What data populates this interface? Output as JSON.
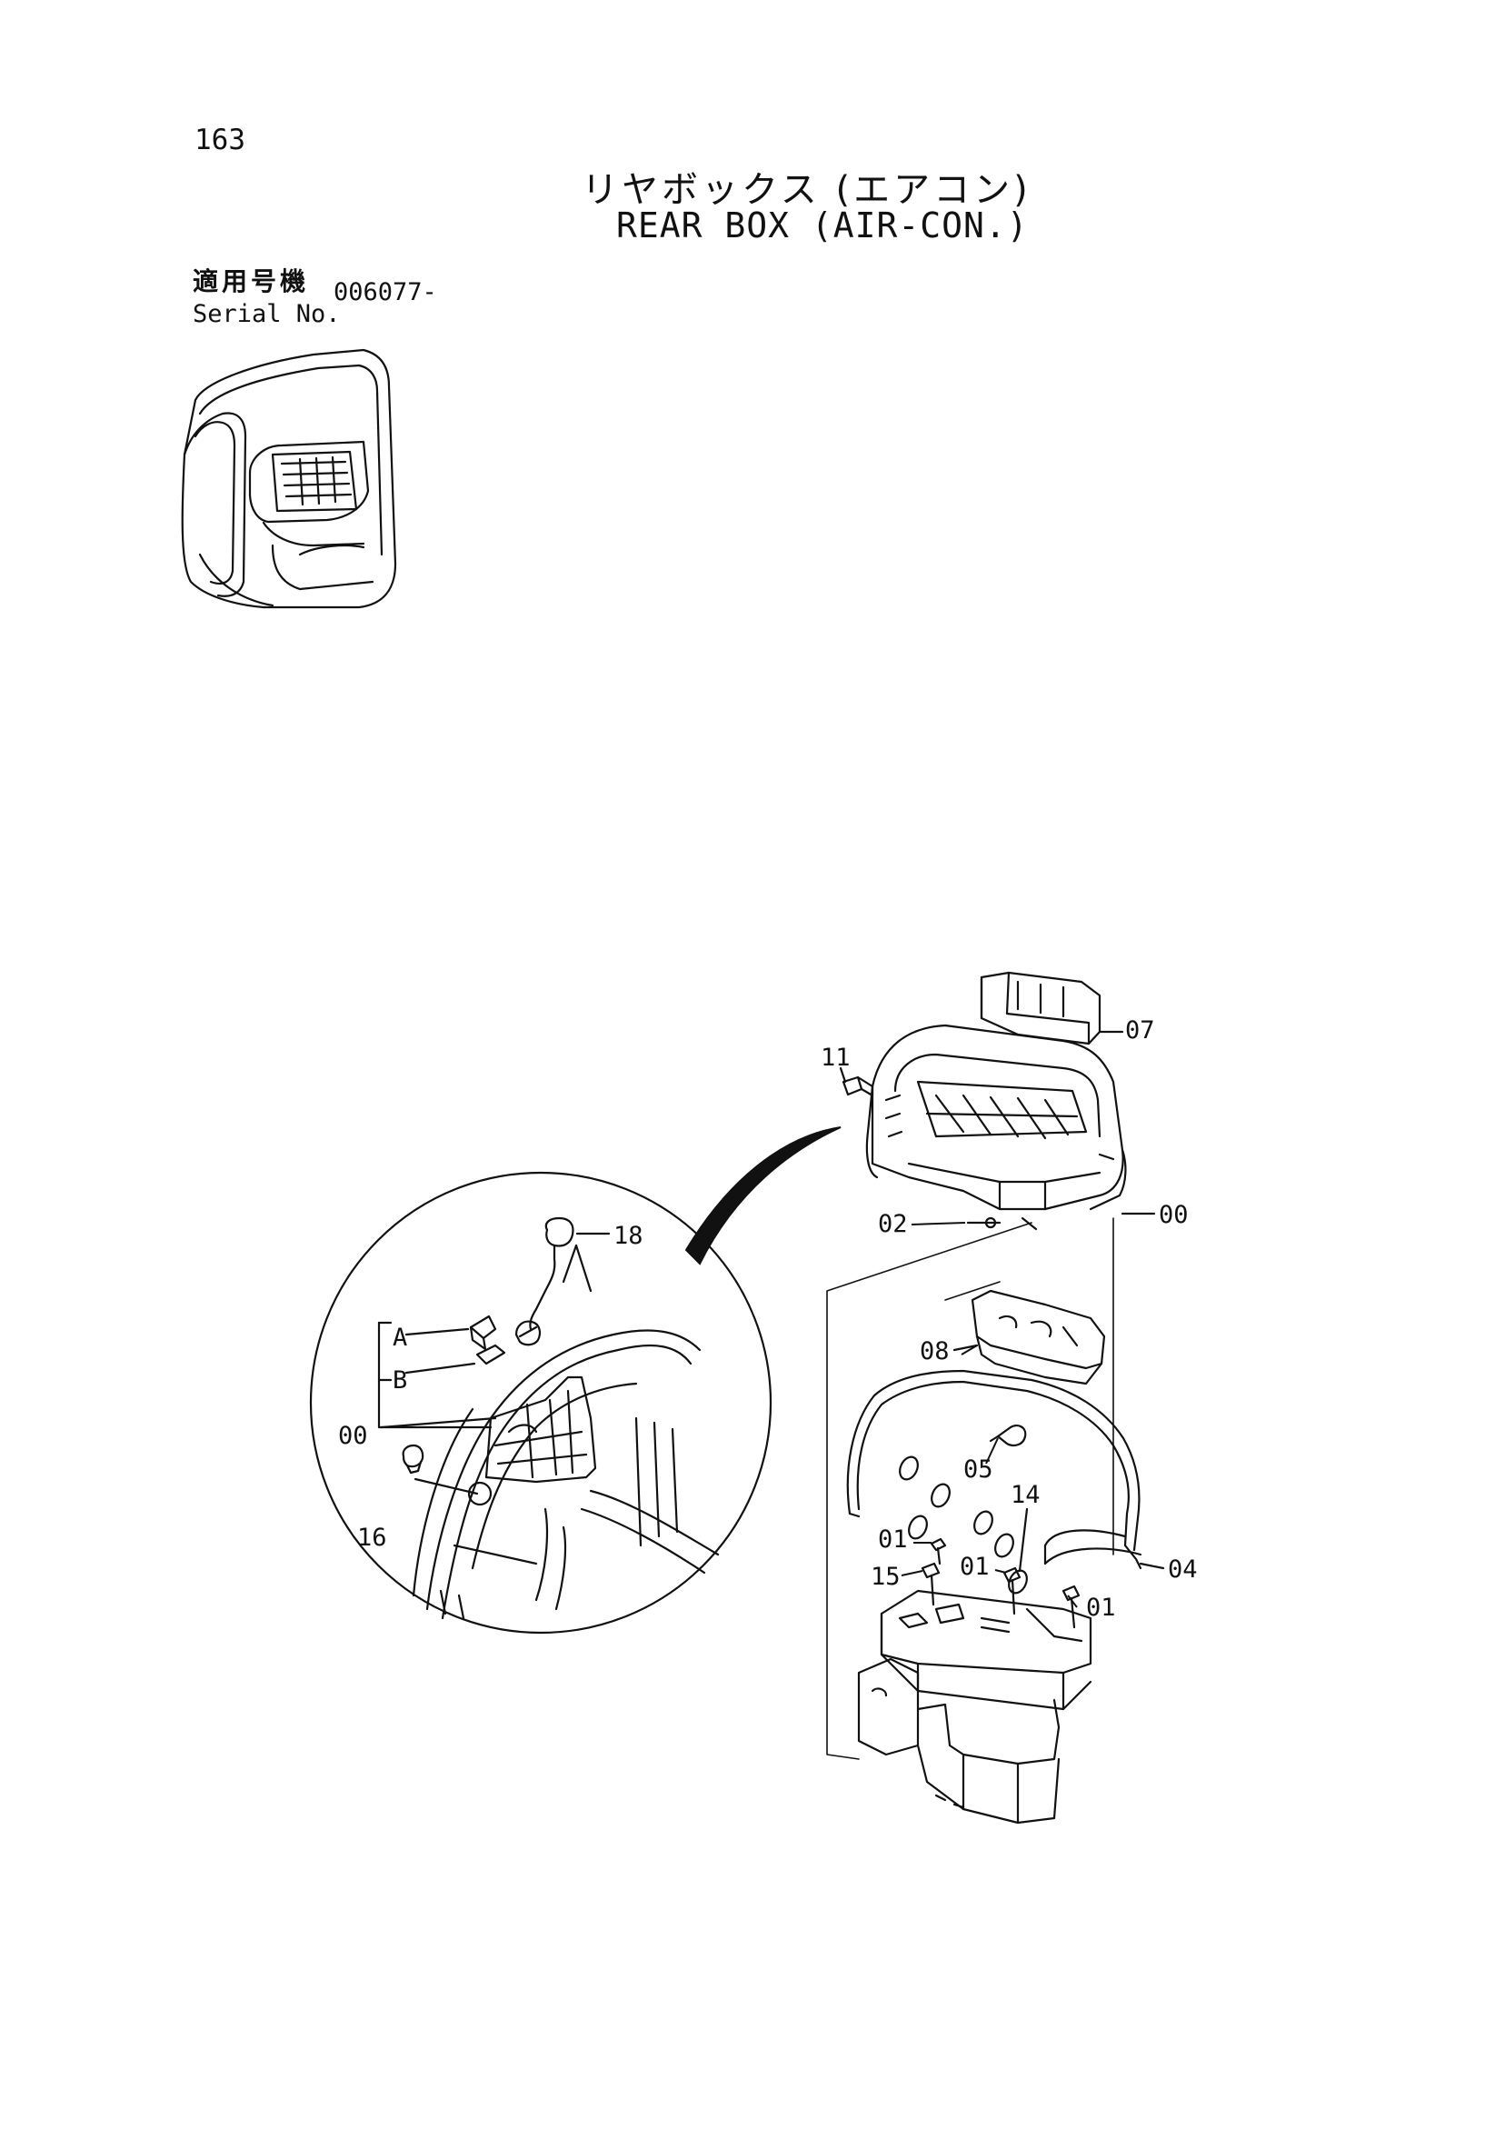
{
  "page_number": "163",
  "title_jp": "リヤボックス (エアコン)",
  "title_en": "REAR BOX (AIR-CON.)",
  "serial": {
    "label_jp": "適用号機",
    "label_en": "Serial No.",
    "value": "006077-"
  },
  "callouts": {
    "p00": "00",
    "p01": "01",
    "p02": "02",
    "p04": "04",
    "p05": "05",
    "p07": "07",
    "p08": "08",
    "p11": "11",
    "p14": "14",
    "p15": "15",
    "p16": "16",
    "p18": "18",
    "detail_a": "A",
    "detail_b": "B"
  }
}
